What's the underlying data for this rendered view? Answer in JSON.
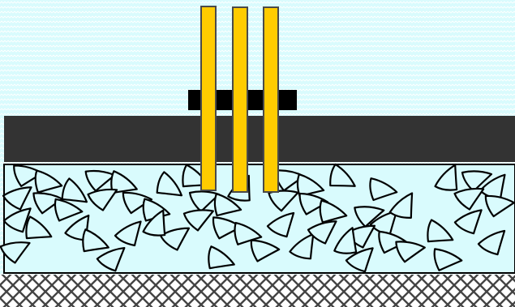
{
  "colors": {
    "background": "#d9fbfd",
    "background_wave": "#ffffff",
    "dark_band": "#333333",
    "clamp_bar": "#000000",
    "rod_fill": "#ffcc00",
    "rod_stroke": "#4a4a4a",
    "chamber_fill": "#d9fbfd",
    "chamber_stroke": "#000000",
    "particle_stroke": "#000000",
    "mesh_line": "#444444",
    "mesh_bg": "#ffffff"
  },
  "components": {
    "rods": {
      "count": 3
    },
    "particles": {
      "count": 57
    },
    "mesh": {
      "pattern": "crosshatch"
    }
  }
}
